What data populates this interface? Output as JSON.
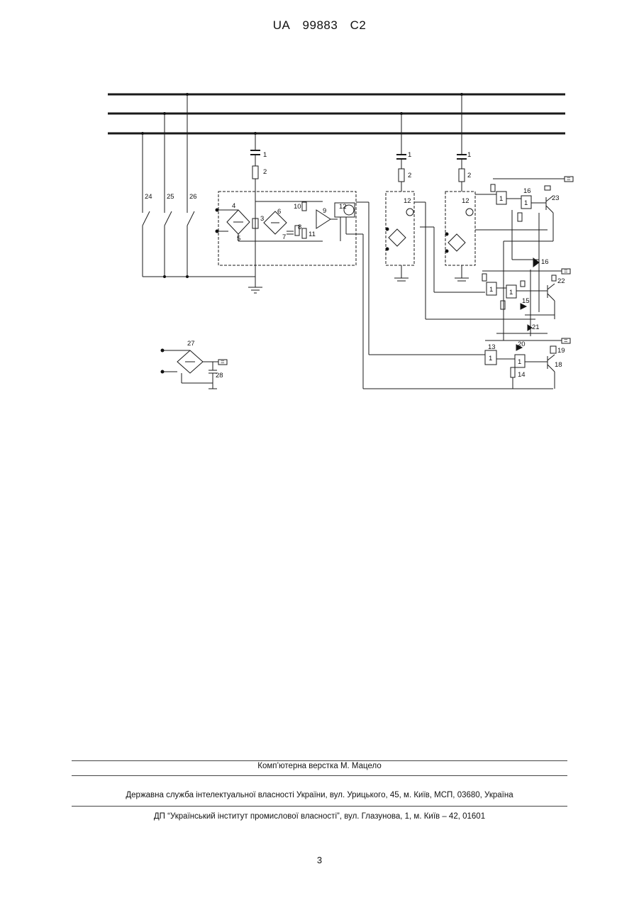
{
  "header": {
    "country": "UA",
    "number": "99883",
    "kind": "C2"
  },
  "schematic": {
    "labels": {
      "l1": "1",
      "l2": "2",
      "l3": "3",
      "l4": "4",
      "l5": "5",
      "l6": "6",
      "l7": "7",
      "l8": "8",
      "l9": "9",
      "l10": "10",
      "l11": "11",
      "l12": "12",
      "l13": "13",
      "l14": "14",
      "l15": "15",
      "l16": "16",
      "l18": "18",
      "l19": "19",
      "l20": "20",
      "l21": "21",
      "l22": "22",
      "l23": "23",
      "l24": "24",
      "l25": "25",
      "l26": "26",
      "l27": "27",
      "l28": "28"
    },
    "gate_symbol": "1",
    "connector_symbol": "="
  },
  "footer": {
    "layout_credit": "Комп’ютерна верстка М. Мацело",
    "agency": "Державна служба інтелектуальної власності України, вул. Урицького, 45, м. Київ, МСП, 03680, Україна",
    "institute": "ДП “Український інститут промислової власності”, вул. Глазунова, 1, м. Київ – 42, 01601"
  },
  "page_number": "3"
}
